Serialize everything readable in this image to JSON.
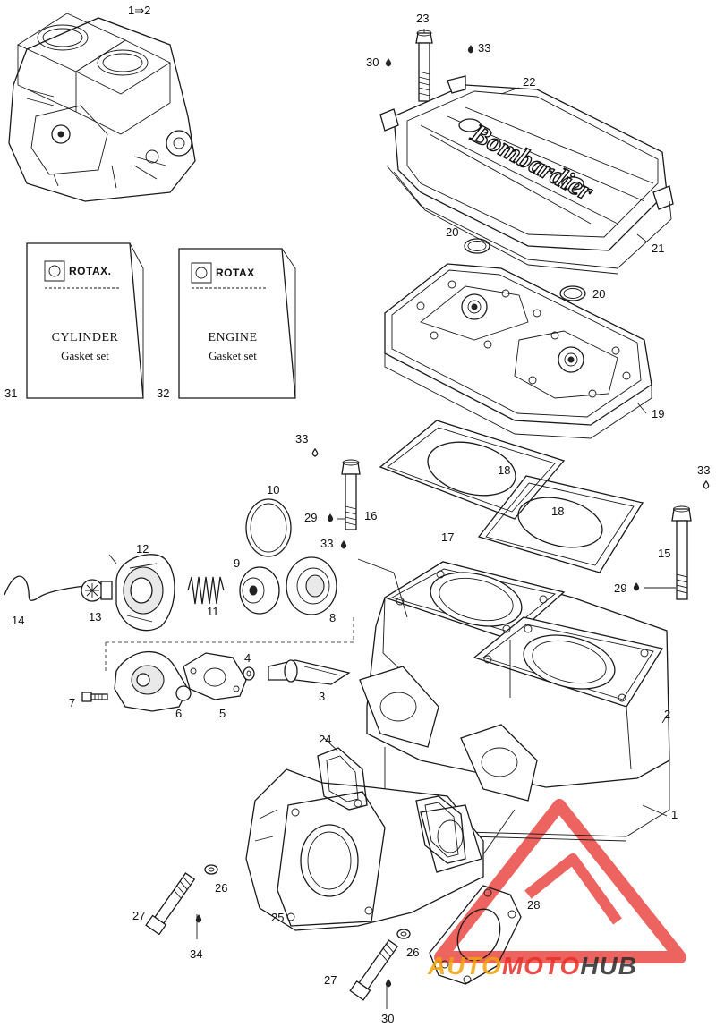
{
  "diagram": {
    "labels": [
      {
        "id": "1-2",
        "text": "1⇒2"
      },
      {
        "id": "1",
        "text": "1"
      },
      {
        "id": "2",
        "text": "2"
      },
      {
        "id": "3",
        "text": "3"
      },
      {
        "id": "4",
        "text": "4"
      },
      {
        "id": "5",
        "text": "5"
      },
      {
        "id": "6",
        "text": "6"
      },
      {
        "id": "7",
        "text": "7"
      },
      {
        "id": "8",
        "text": "8"
      },
      {
        "id": "9",
        "text": "9"
      },
      {
        "id": "10",
        "text": "10"
      },
      {
        "id": "11",
        "text": "11"
      },
      {
        "id": "12",
        "text": "12"
      },
      {
        "id": "13",
        "text": "13"
      },
      {
        "id": "14",
        "text": "14"
      },
      {
        "id": "15",
        "text": "15"
      },
      {
        "id": "16",
        "text": "16"
      },
      {
        "id": "17",
        "text": "17"
      },
      {
        "id": "18a",
        "text": "18"
      },
      {
        "id": "18b",
        "text": "18"
      },
      {
        "id": "19",
        "text": "19"
      },
      {
        "id": "20a",
        "text": "20"
      },
      {
        "id": "20b",
        "text": "20"
      },
      {
        "id": "21",
        "text": "21"
      },
      {
        "id": "22",
        "text": "22"
      },
      {
        "id": "23",
        "text": "23"
      },
      {
        "id": "24",
        "text": "24"
      },
      {
        "id": "25",
        "text": "25"
      },
      {
        "id": "26a",
        "text": "26"
      },
      {
        "id": "26b",
        "text": "26"
      },
      {
        "id": "27a",
        "text": "27"
      },
      {
        "id": "27b",
        "text": "27"
      },
      {
        "id": "28",
        "text": "28"
      },
      {
        "id": "29a",
        "text": "29"
      },
      {
        "id": "29b",
        "text": "29"
      },
      {
        "id": "30a",
        "text": "30"
      },
      {
        "id": "30b",
        "text": "30"
      },
      {
        "id": "31",
        "text": "31"
      },
      {
        "id": "32",
        "text": "32"
      },
      {
        "id": "33a",
        "text": "33"
      },
      {
        "id": "33b",
        "text": "33"
      },
      {
        "id": "33c",
        "text": "33"
      },
      {
        "id": "33d",
        "text": "33"
      },
      {
        "id": "34",
        "text": "34"
      }
    ]
  },
  "kits": {
    "cylinder": {
      "brand": "ROTAX.",
      "title": "CYLINDER",
      "subtitle": "Gasket set"
    },
    "engine": {
      "brand": "ROTAX",
      "title": "ENGINE",
      "subtitle": "Gasket set"
    }
  },
  "head_cover": {
    "embossed_text": "Bombardier"
  },
  "watermark": {
    "part1": "AUTO",
    "part2": "MOTO",
    "part3": "HUB",
    "color_main": "#e8302a",
    "color_accent": "#f2a20c",
    "color_dark": "#2b2b2b"
  }
}
